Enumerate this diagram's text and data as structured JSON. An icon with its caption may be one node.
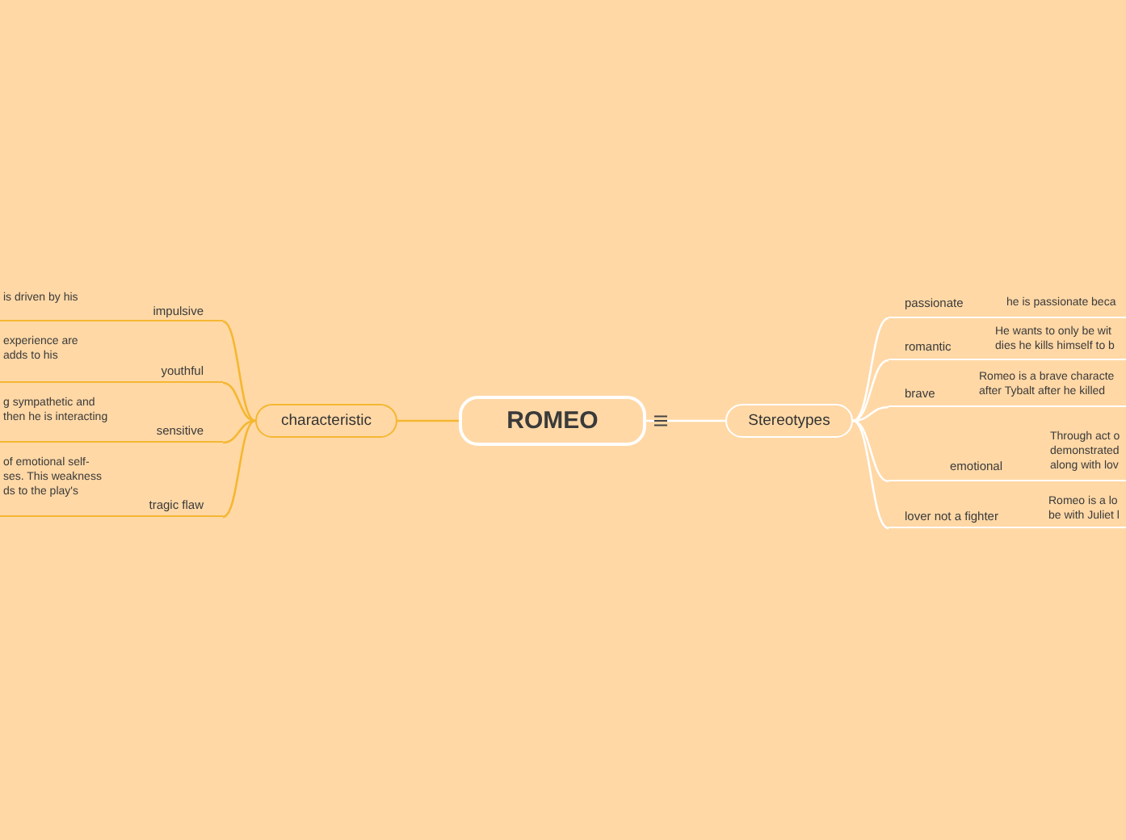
{
  "diagram": {
    "nodes": [
      {
        "text": [
          "ROMEO"
        ]
      },
      {
        "text": [
          "characteristic"
        ]
      },
      {
        "text": [
          "is driven by his",
          "impulsive"
        ]
      },
      {
        "text": [
          "experience are adds to his",
          "youthful"
        ]
      },
      {
        "text": [
          "g sympathetic and then he is interacting",
          "sensitive"
        ]
      },
      {
        "text": [
          "of emotional self- ses. This weakness ds to the play's",
          "tragic flaw"
        ]
      },
      {
        "text": [
          "Stereotypes"
        ]
      },
      {
        "text": [
          "passionate",
          "he is passionate beca"
        ]
      },
      {
        "text": [
          "romantic",
          "He wants to only be wit dies he kills himself to b"
        ]
      },
      {
        "text": [
          "brave",
          "Romeo is a brave characte after Tybalt after he killed"
        ]
      },
      {
        "text": [
          "emotional",
          "Through act o demonstrated along with lov"
        ]
      },
      {
        "text": [
          "lover not a fighter",
          "Romeo is a lo be with Juliet l"
        ]
      }
    ],
    "edges": [
      {
        "from": 0,
        "to": 1,
        "arrow": "none",
        "color": "#f5b731"
      },
      {
        "from": 1,
        "to": 2,
        "arrow": "none",
        "color": "#f5b731"
      },
      {
        "from": 1,
        "to": 3,
        "arrow": "none",
        "color": "#f5b731"
      },
      {
        "from": 1,
        "to": 4,
        "arrow": "none",
        "color": "#f5b731"
      },
      {
        "from": 1,
        "to": 5,
        "arrow": "none",
        "color": "#f5b731"
      },
      {
        "from": 0,
        "to": 6,
        "arrow": "none"
      },
      {
        "from": 6,
        "to": 7,
        "arrow": "none"
      },
      {
        "from": 6,
        "to": 8,
        "arrow": "none"
      },
      {
        "from": 6,
        "to": 9,
        "arrow": "none"
      },
      {
        "from": 6,
        "to": 10,
        "arrow": "none"
      },
      {
        "from": 6,
        "to": 11,
        "arrow": "none"
      }
    ]
  }
}
